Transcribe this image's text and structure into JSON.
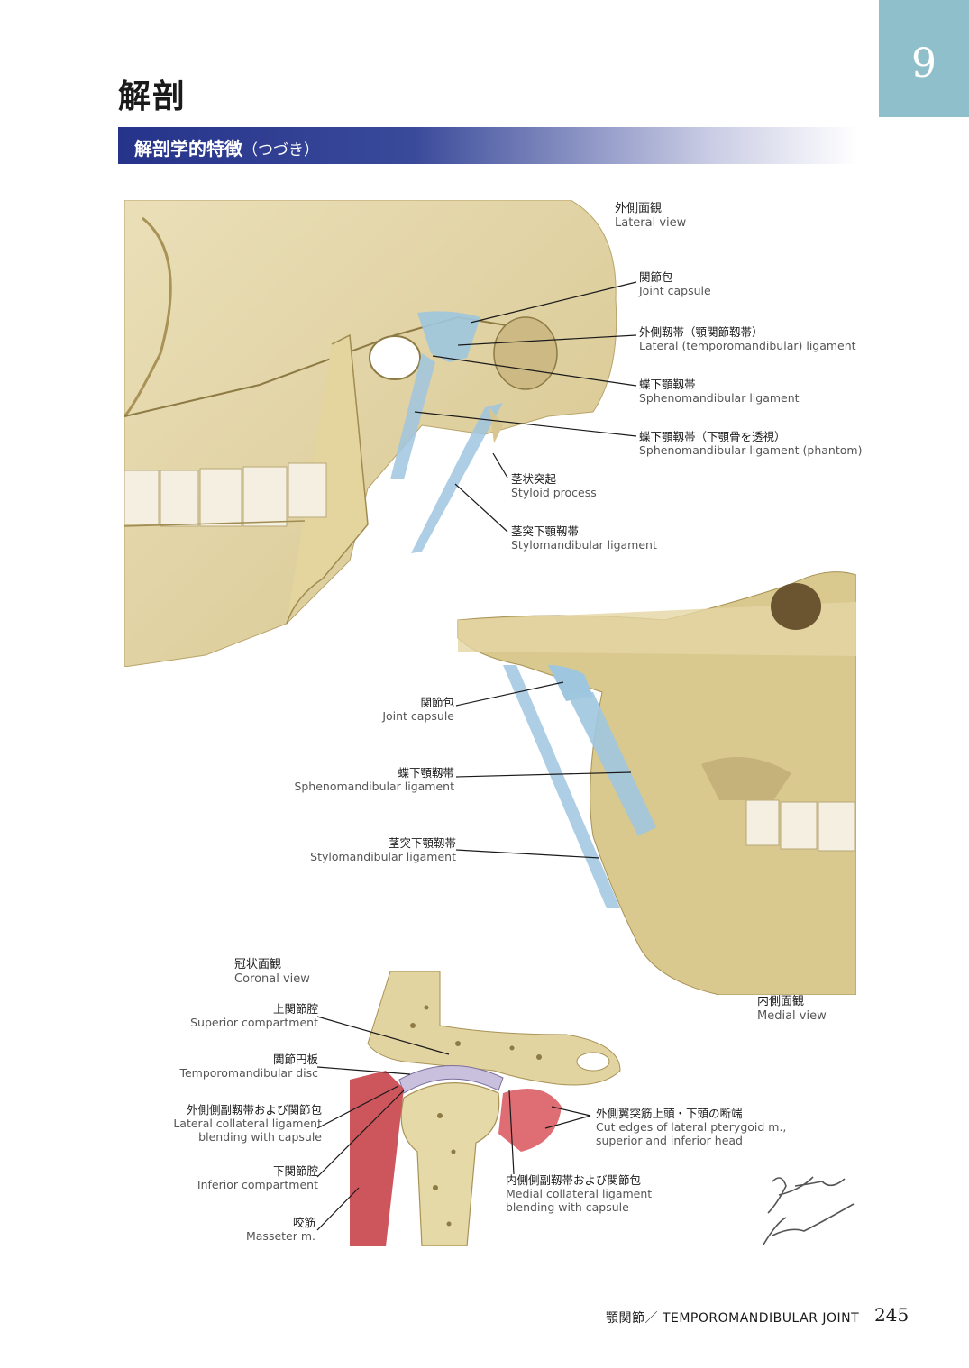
{
  "chapter_number": "9",
  "page_title": "解剖",
  "section": {
    "title": "解剖学的特徴",
    "subtitle": "（つづき）"
  },
  "lateral_view": {
    "view_jp": "外側面観",
    "view_en": "Lateral view",
    "labels": [
      {
        "jp": "関節包",
        "en": "Joint capsule"
      },
      {
        "jp": "外側靱帯（顎関節靱帯）",
        "en": "Lateral (temporomandibular) ligament"
      },
      {
        "jp": "蝶下顎靱帯",
        "en": "Sphenomandibular ligament"
      },
      {
        "jp": "蝶下顎靱帯（下顎骨を透視）",
        "en": "Sphenomandibular ligament (phantom)"
      },
      {
        "jp": "茎状突起",
        "en": "Styloid process"
      },
      {
        "jp": "茎突下顎靱帯",
        "en": "Stylomandibular ligament"
      }
    ]
  },
  "medial_view": {
    "view_jp": "内側面観",
    "view_en": "Medial view",
    "labels": [
      {
        "jp": "関節包",
        "en": "Joint capsule"
      },
      {
        "jp": "蝶下顎靱帯",
        "en": "Sphenomandibular ligament"
      },
      {
        "jp": "茎突下顎靱帯",
        "en": "Stylomandibular ligament"
      }
    ]
  },
  "coronal_view": {
    "view_jp": "冠状面観",
    "view_en": "Coronal view",
    "labels": [
      {
        "jp": "上関節腔",
        "en": "Superior compartment"
      },
      {
        "jp": "関節円板",
        "en": "Temporomandibular disc"
      },
      {
        "jp": "外側側副靱帯および関節包",
        "en": "Lateral collateral ligament",
        "en2": "blending with capsule"
      },
      {
        "jp": "下関節腔",
        "en": "Inferior compartment"
      },
      {
        "jp": "咬筋",
        "en": "Masseter m."
      },
      {
        "jp": "内側側副靱帯および関節包",
        "en": "Medial collateral ligament",
        "en2": "blending with capsule"
      },
      {
        "jp": "外側翼突筋上頭・下頭の断端",
        "en": "Cut edges of lateral pterygoid m.,",
        "en2": "superior and inferior head"
      }
    ]
  },
  "footer": {
    "text": "顎関節／ TEMPOROMANDIBULAR JOINT",
    "page_number": "245"
  },
  "colors": {
    "header_blue": "#25338a",
    "tab_teal": "#8fbfcb",
    "bone": "#e8dcb0",
    "ligament": "#9fc6df",
    "muscle": "#c8434a"
  }
}
